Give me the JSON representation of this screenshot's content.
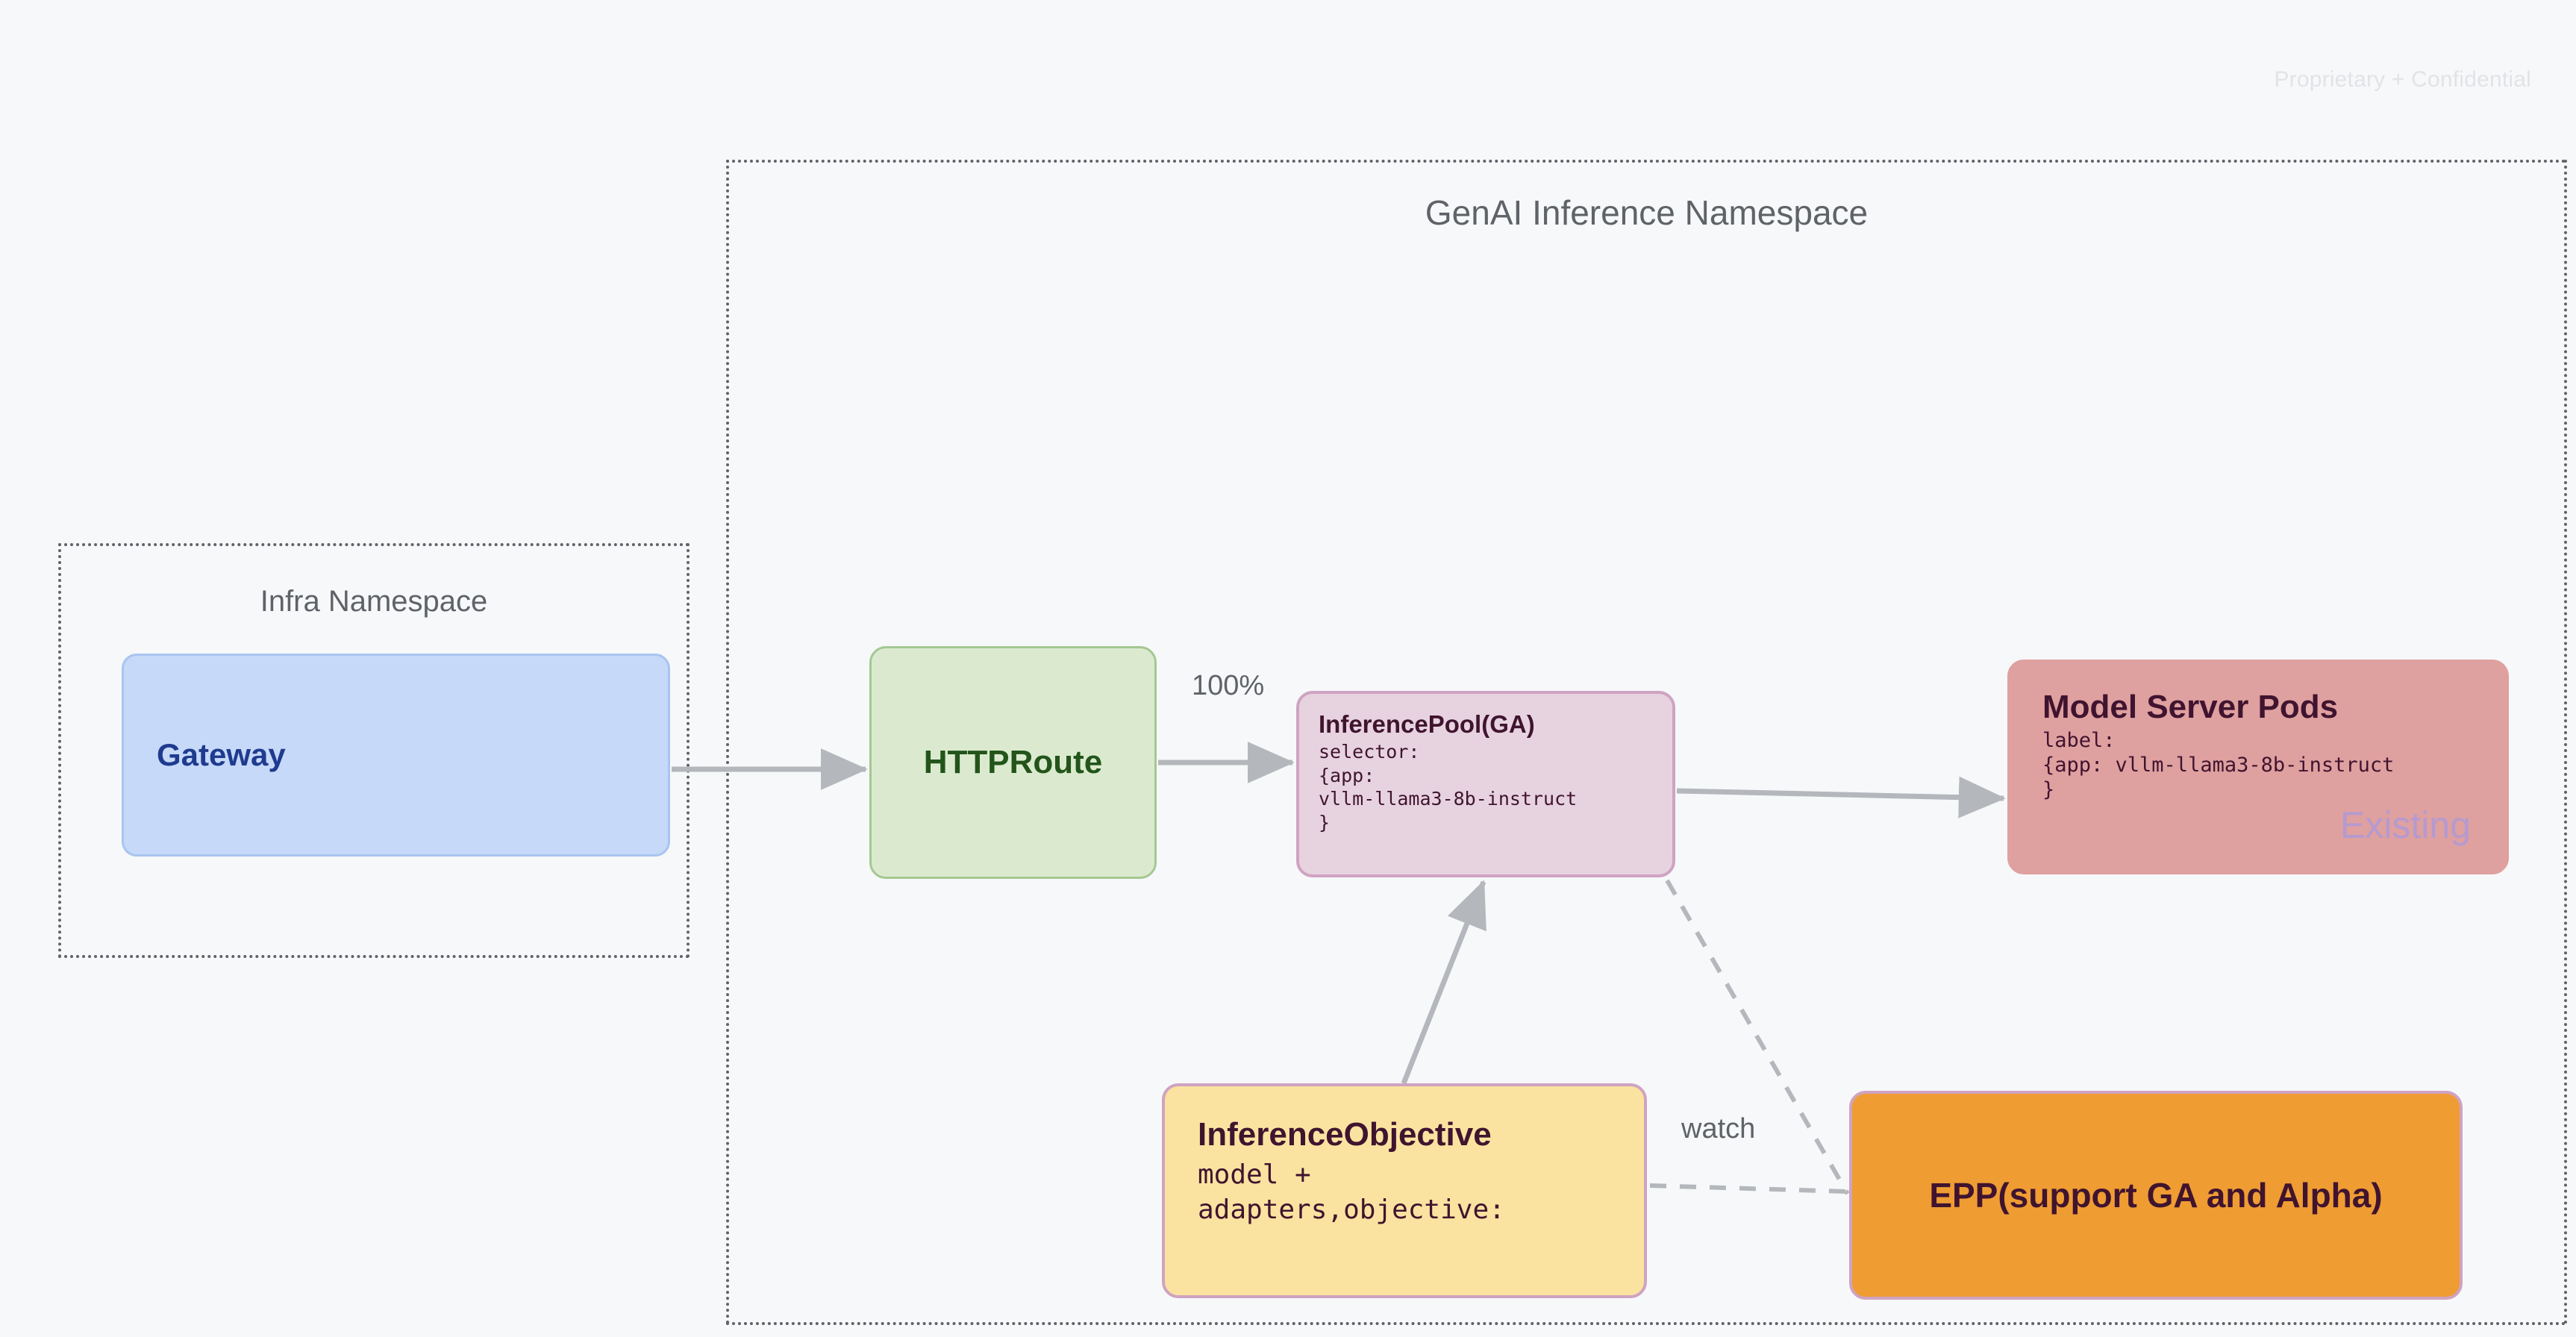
{
  "watermark": "Proprietary + Confidential",
  "namespaces": [
    {
      "id": "infra",
      "title": "Infra Namespace"
    },
    {
      "id": "genai",
      "title": "GenAI Inference Namespace"
    }
  ],
  "nodes": {
    "gateway": {
      "title": "Gateway",
      "color": "#c6d9f8",
      "text_color": "#1f3b8f"
    },
    "httproute": {
      "title": "HTTPRoute",
      "color": "#dbeacf",
      "text_color": "#23541a"
    },
    "inferencepool": {
      "title": "InferencePool(GA)",
      "body": "selector:\n{app:\nvllm-llama3-8b-instruct\n}",
      "color": "#e7d3e0",
      "text_color": "#40142f"
    },
    "modelserverpods": {
      "title": "Model Server Pods",
      "body": "label:\n{app: vllm-llama3-8b-instruct\n}",
      "overlay_tag": "Existing",
      "color": "#dfa0a0",
      "text_color": "#40142f",
      "overlay_color": "#b49ad0"
    },
    "inferenceobjective": {
      "title": "InferenceObjective",
      "body": "model +\nadapters,objective:",
      "color": "#fae3a0",
      "text_color": "#40142f"
    },
    "epp": {
      "title": "EPP(support GA and Alpha)",
      "color": "#ef9c33",
      "text_color": "#40142f"
    }
  },
  "edges": [
    {
      "id": "gateway-to-httproute",
      "label": "",
      "style": "solid"
    },
    {
      "id": "httproute-to-inferencepool",
      "label": "100%",
      "style": "solid"
    },
    {
      "id": "inferencepool-to-modelserverpods",
      "label": "",
      "style": "solid"
    },
    {
      "id": "inferenceobjective-to-inferencepool",
      "label": "",
      "style": "solid"
    },
    {
      "id": "inferenceobjective-to-epp",
      "label": "watch",
      "style": "dashed"
    },
    {
      "id": "inferencepool-to-epp",
      "label": "",
      "style": "dashed"
    }
  ],
  "edge_color": "#b4b7bb"
}
